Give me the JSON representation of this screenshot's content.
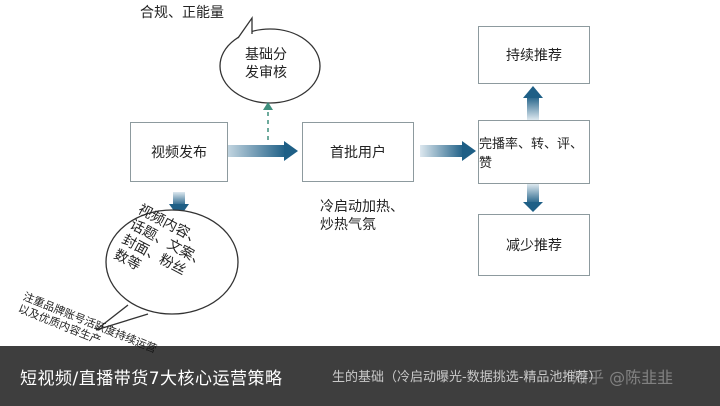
{
  "top_note": "合规、正能量",
  "review_bubble": [
    "基础分",
    "发审核"
  ],
  "nodes": {
    "video_publish": "视频发布",
    "first_users": "首批用户",
    "metrics": "完播率、转、评、赞",
    "recommend_more": "持续推荐",
    "recommend_less": "减少推荐"
  },
  "cold_start_note": [
    "冷启动加热、",
    "炒热气氛"
  ],
  "content_bubble": [
    "视频内容、",
    "话题、文案、",
    "封面、粉丝",
    "数等"
  ],
  "tilted_note": [
    "注重品牌账号活跃度持续运营",
    "以及优质内容生产"
  ],
  "banner": {
    "title": "短视频/直播带货7大核心运营策略",
    "subtitle": "生的基础（冷启动曝光-数据挑选-精品池推荐）",
    "watermark": "知乎 @陈韭韭"
  },
  "colors": {
    "arrow_blue": "#1e5f86",
    "arrow_light": "#d9e6ee",
    "box_border": "#8d9a9e",
    "dashed": "#3f8f7d"
  }
}
